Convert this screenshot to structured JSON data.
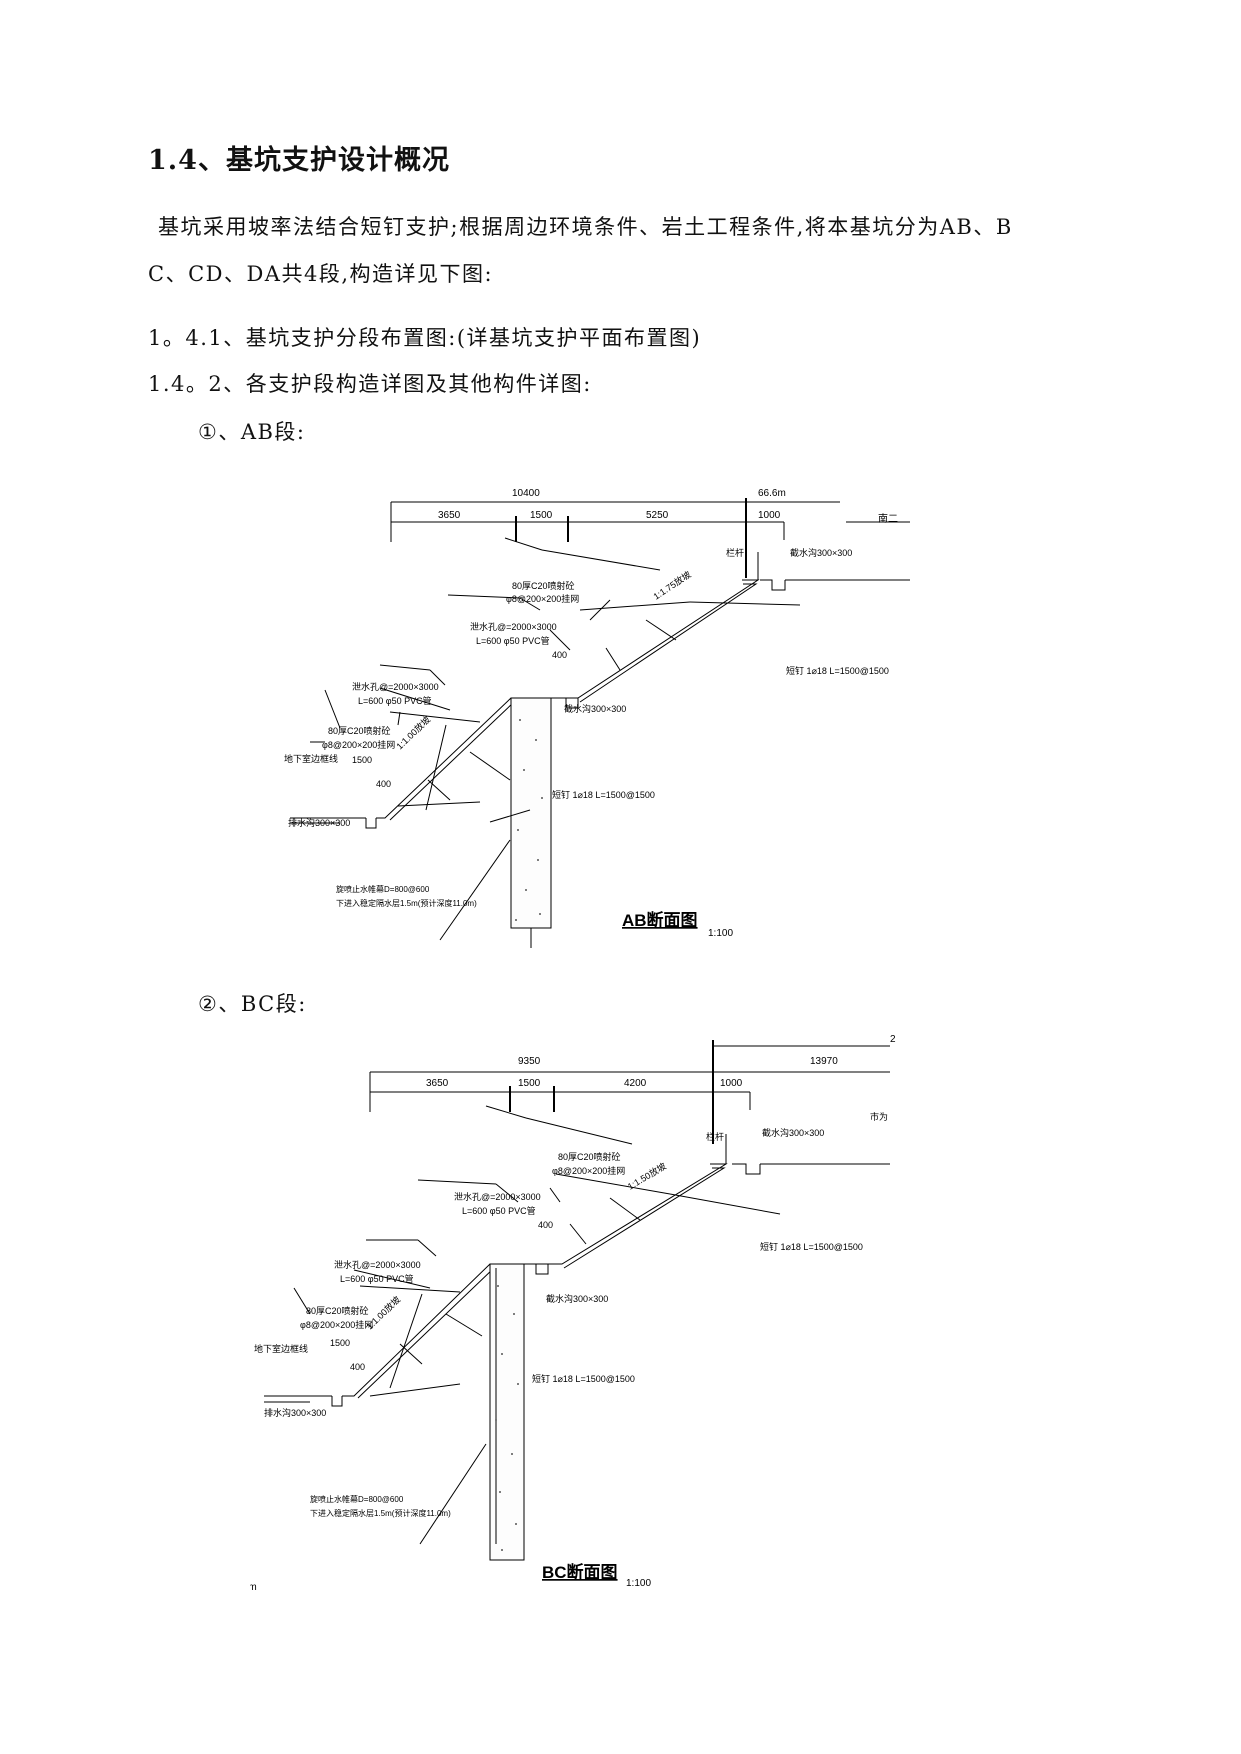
{
  "section": {
    "heading": "1.4、基坑支护设计概况",
    "intro_line1": "基坑采用坡率法结合短钉支护;根据周边环境条件、岩土工程条件,将本基坑分为AB、B",
    "intro_line2": "C、CD、DA共4段,构造详见下图:",
    "item_1": "1。4.1、基坑支护分段布置图:(详基坑支护平面布置图)",
    "item_2": "1.4。2、各支护段构造详图及其他构件详图:",
    "sub_ab": "①、AB段:",
    "sub_bc": "②、BC段:"
  },
  "drawing_ab": {
    "total_dim": "10400",
    "right_dim": "66.6m",
    "dims": [
      "3650",
      "1500",
      "5250",
      "1000"
    ],
    "edge_note": "南二",
    "railing": "栏杆",
    "top_ditch": "截水沟300×300",
    "shotcrete_upper_1": "80厚C20喷射砼",
    "shotcrete_upper_2": "φ8@200×200挂网",
    "drain_upper_1": "泄水孔@=2000×3000",
    "drain_upper_2": "L=600 φ50 PVC管",
    "berm_width_upper": "400",
    "slope_upper": "1:1.75放坡",
    "nail_upper": "短钉 1⌀18 L=1500@1500",
    "drain_lower_1": "泄水孔@=2000×3000",
    "drain_lower_2": "L=600 φ50 PVC管",
    "mid_ditch": "截水沟300×300",
    "shotcrete_lower_1": "80厚C20喷射砼",
    "shotcrete_lower_2": "φ8@200×200挂网",
    "basement_line": "地下室边框线",
    "bottom_width": "1500",
    "bottom_berm": "400",
    "slope_lower": "1:1.00放坡",
    "nail_lower": "短钉 1⌀18 L=1500@1500",
    "bottom_ditch": "排水沟300×300",
    "pile_1": "旋喷止水帷幕D=800@600",
    "pile_2": "下进入稳定隔水层1.5m(预计深度11.0m)",
    "caption": "AB断面图",
    "scale": "1:100"
  },
  "drawing_bc": {
    "top_right": "2",
    "total_dim": "9350",
    "right_dim": "13970",
    "dims": [
      "3650",
      "1500",
      "4200",
      "1000"
    ],
    "edge_note": "市为",
    "railing": "栏杆",
    "top_ditch": "截水沟300×300",
    "shotcrete_upper_1": "80厚C20喷射砼",
    "shotcrete_upper_2": "φ8@200×200挂网",
    "drain_upper_1": "泄水孔@=2000×3000",
    "drain_upper_2": "L=600 φ50 PVC管",
    "berm_width_upper": "400",
    "slope_upper": "1:1.50放坡",
    "nail_upper": "短钉 1⌀18 L=1500@1500",
    "drain_lower_1": "泄水孔@=2000×3000",
    "drain_lower_2": "L=600 φ50 PVC管",
    "mid_ditch": "截水沟300×300",
    "shotcrete_lower_1": "80厚C20喷射砼",
    "shotcrete_lower_2": "φ8@200×200挂网",
    "basement_line": "地下室边框线",
    "bottom_width": "1500",
    "bottom_berm": "400",
    "slope_lower": "1:1.00放坡",
    "nail_lower": "短钉 1⌀18 L=1500@1500",
    "bottom_ditch": "排水沟300×300",
    "pile_1": "旋喷止水帷幕D=800@600",
    "pile_2": "下进入稳定隔水层1.5m(预计深度11.0m)",
    "caption": "BC断面图",
    "scale": "1:100",
    "bottom_left_mark": "mm"
  }
}
